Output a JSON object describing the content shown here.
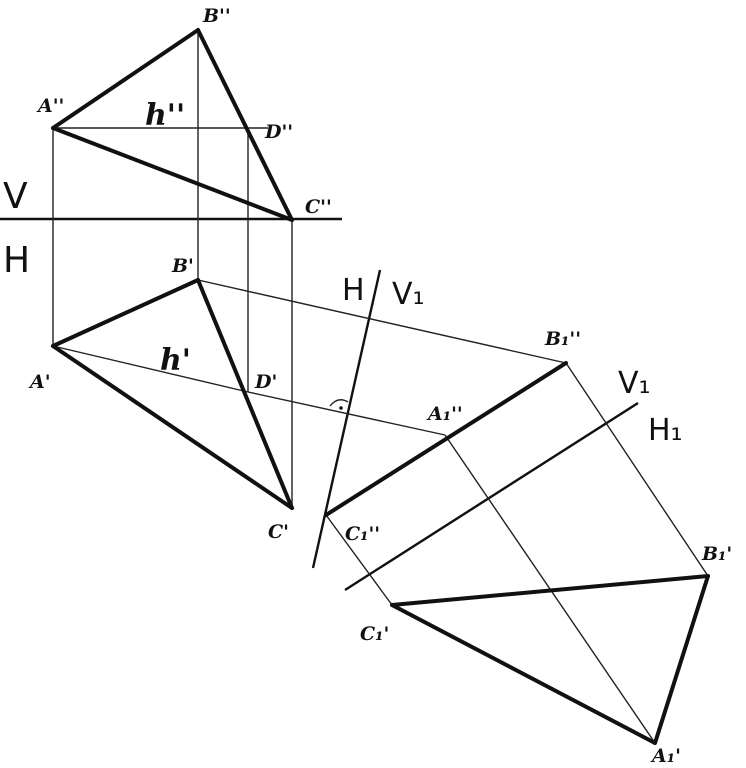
{
  "labels": {
    "B2": "B''",
    "A2": "A''",
    "h2": "h''",
    "D2": "D''",
    "C2": "C''",
    "V": "V",
    "H": "H",
    "B1": "B'",
    "h1": "h'",
    "A1": "A'",
    "D1": "D'",
    "C1": "C'",
    "H_axis2": "H",
    "V1_axis2": "V₁",
    "B1pp": "B₁''",
    "A1pp": "A₁''",
    "C1pp": "C₁''",
    "V1_axis3": "V₁",
    "H1_axis3": "H₁",
    "B1p": "B₁'",
    "C1p": "C₁'",
    "A1p": "A₁'"
  }
}
